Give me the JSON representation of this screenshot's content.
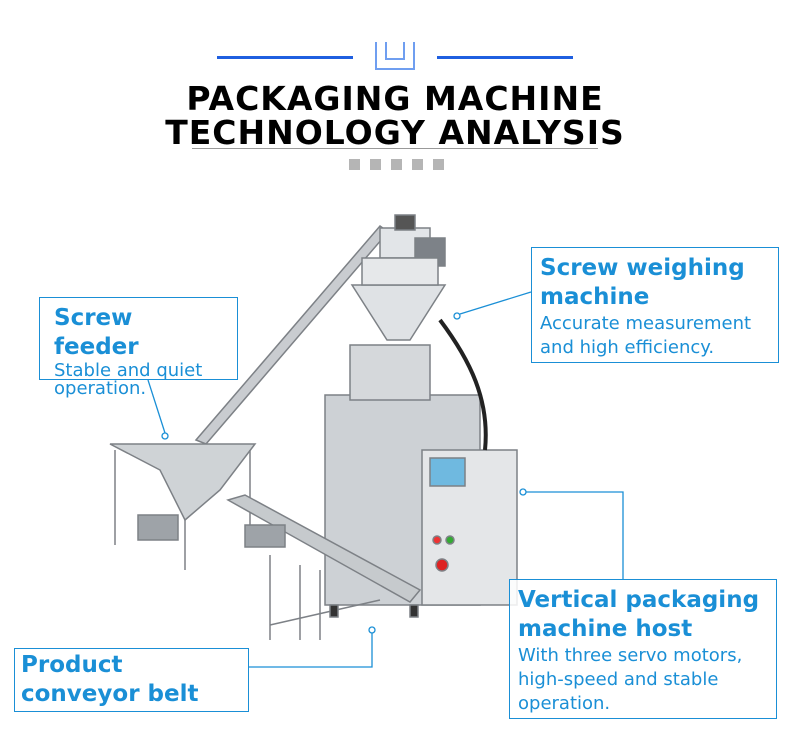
{
  "header": {
    "title_line1": "PACKAGING MACHINE",
    "title_line2": "TECHNOLOGY ANALYSIS"
  },
  "callouts": {
    "screw_feeder": {
      "title": "Screw feeder",
      "desc": "Stable and quiet operation."
    },
    "screw_weighing": {
      "title": "Screw weighing machine",
      "desc": "Accurate measurement and high efficiency."
    },
    "vertical_host": {
      "title": "Vertical packaging machine host",
      "desc": "With three servo motors, high-speed and stable operation."
    },
    "conveyor": {
      "title": "Product conveyor belt"
    }
  },
  "colors": {
    "accent": "#1a8fd6",
    "header_line": "#1f5fe0"
  }
}
